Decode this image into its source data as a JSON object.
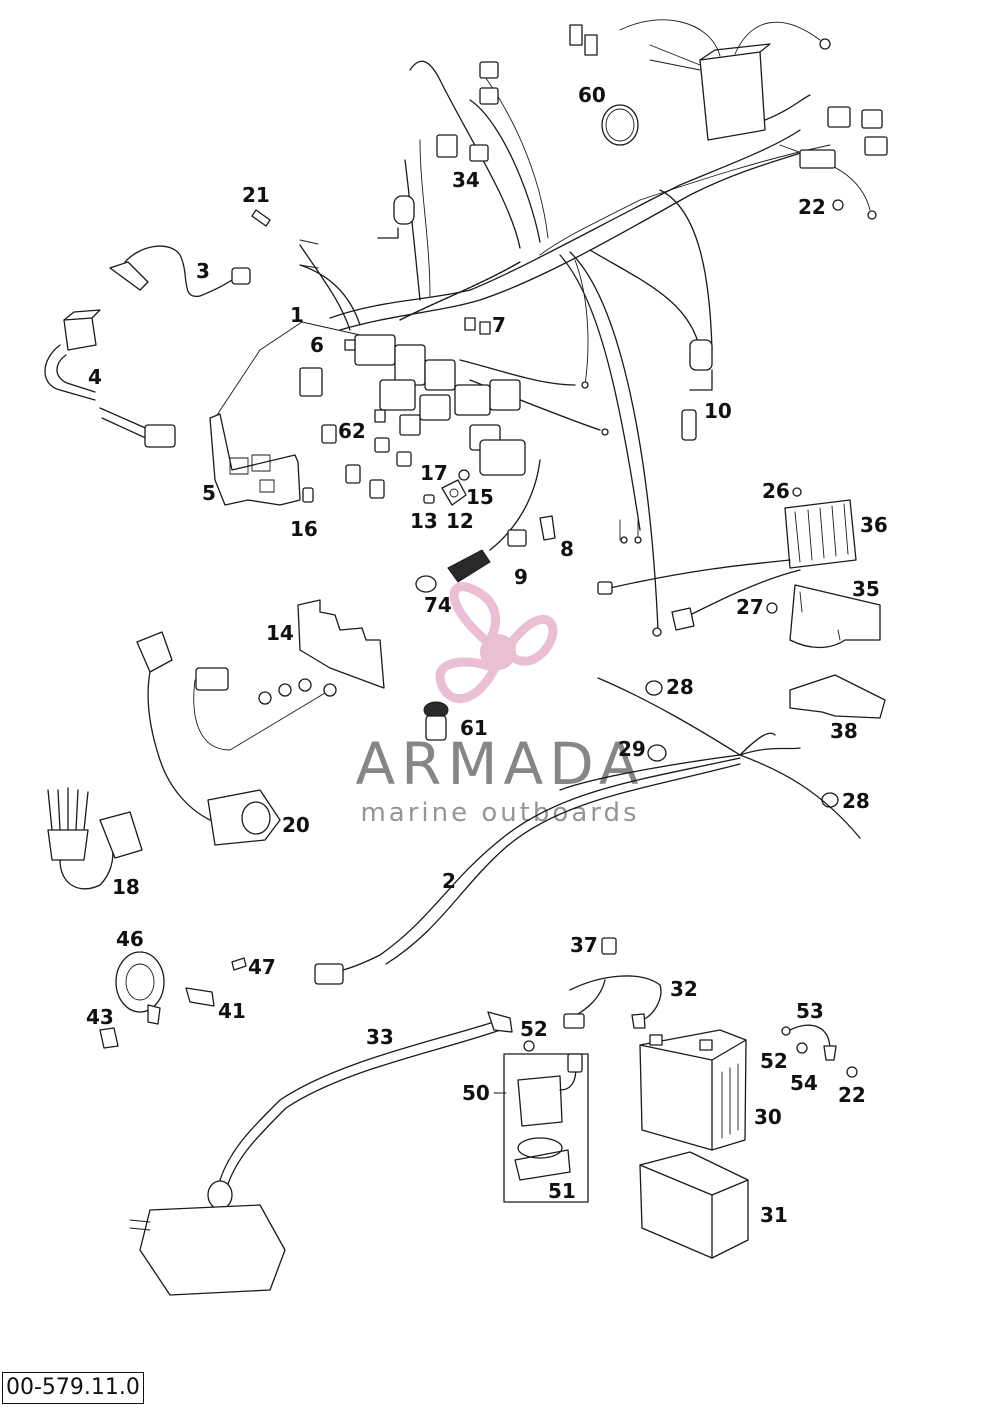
{
  "document": {
    "drawing_number": "00-579.11.0"
  },
  "watermark": {
    "brand": "ARMADA",
    "tagline": "marine outboards",
    "logo_color": "#e7b3cc"
  },
  "callouts": {
    "c1": "1",
    "c2": "2",
    "c3": "3",
    "c4": "4",
    "c5": "5",
    "c6": "6",
    "c7": "7",
    "c8": "8",
    "c9": "9",
    "c10": "10",
    "c12": "12",
    "c13": "13",
    "c14": "14",
    "c15": "15",
    "c16": "16",
    "c17": "17",
    "c18": "18",
    "c20": "20",
    "c21": "21",
    "c22a": "22",
    "c22b": "22",
    "c26": "26",
    "c27": "27",
    "c28a": "28",
    "c28b": "28",
    "c29": "29",
    "c30": "30",
    "c31": "31",
    "c32": "32",
    "c33": "33",
    "c34": "34",
    "c35": "35",
    "c36": "36",
    "c37": "37",
    "c38": "38",
    "c41": "41",
    "c43": "43",
    "c46": "46",
    "c47": "47",
    "c50": "50",
    "c51": "51",
    "c52a": "52",
    "c52b": "52",
    "c53": "53",
    "c54": "54",
    "c60": "60",
    "c61": "61",
    "c62": "62",
    "c74": "74"
  }
}
